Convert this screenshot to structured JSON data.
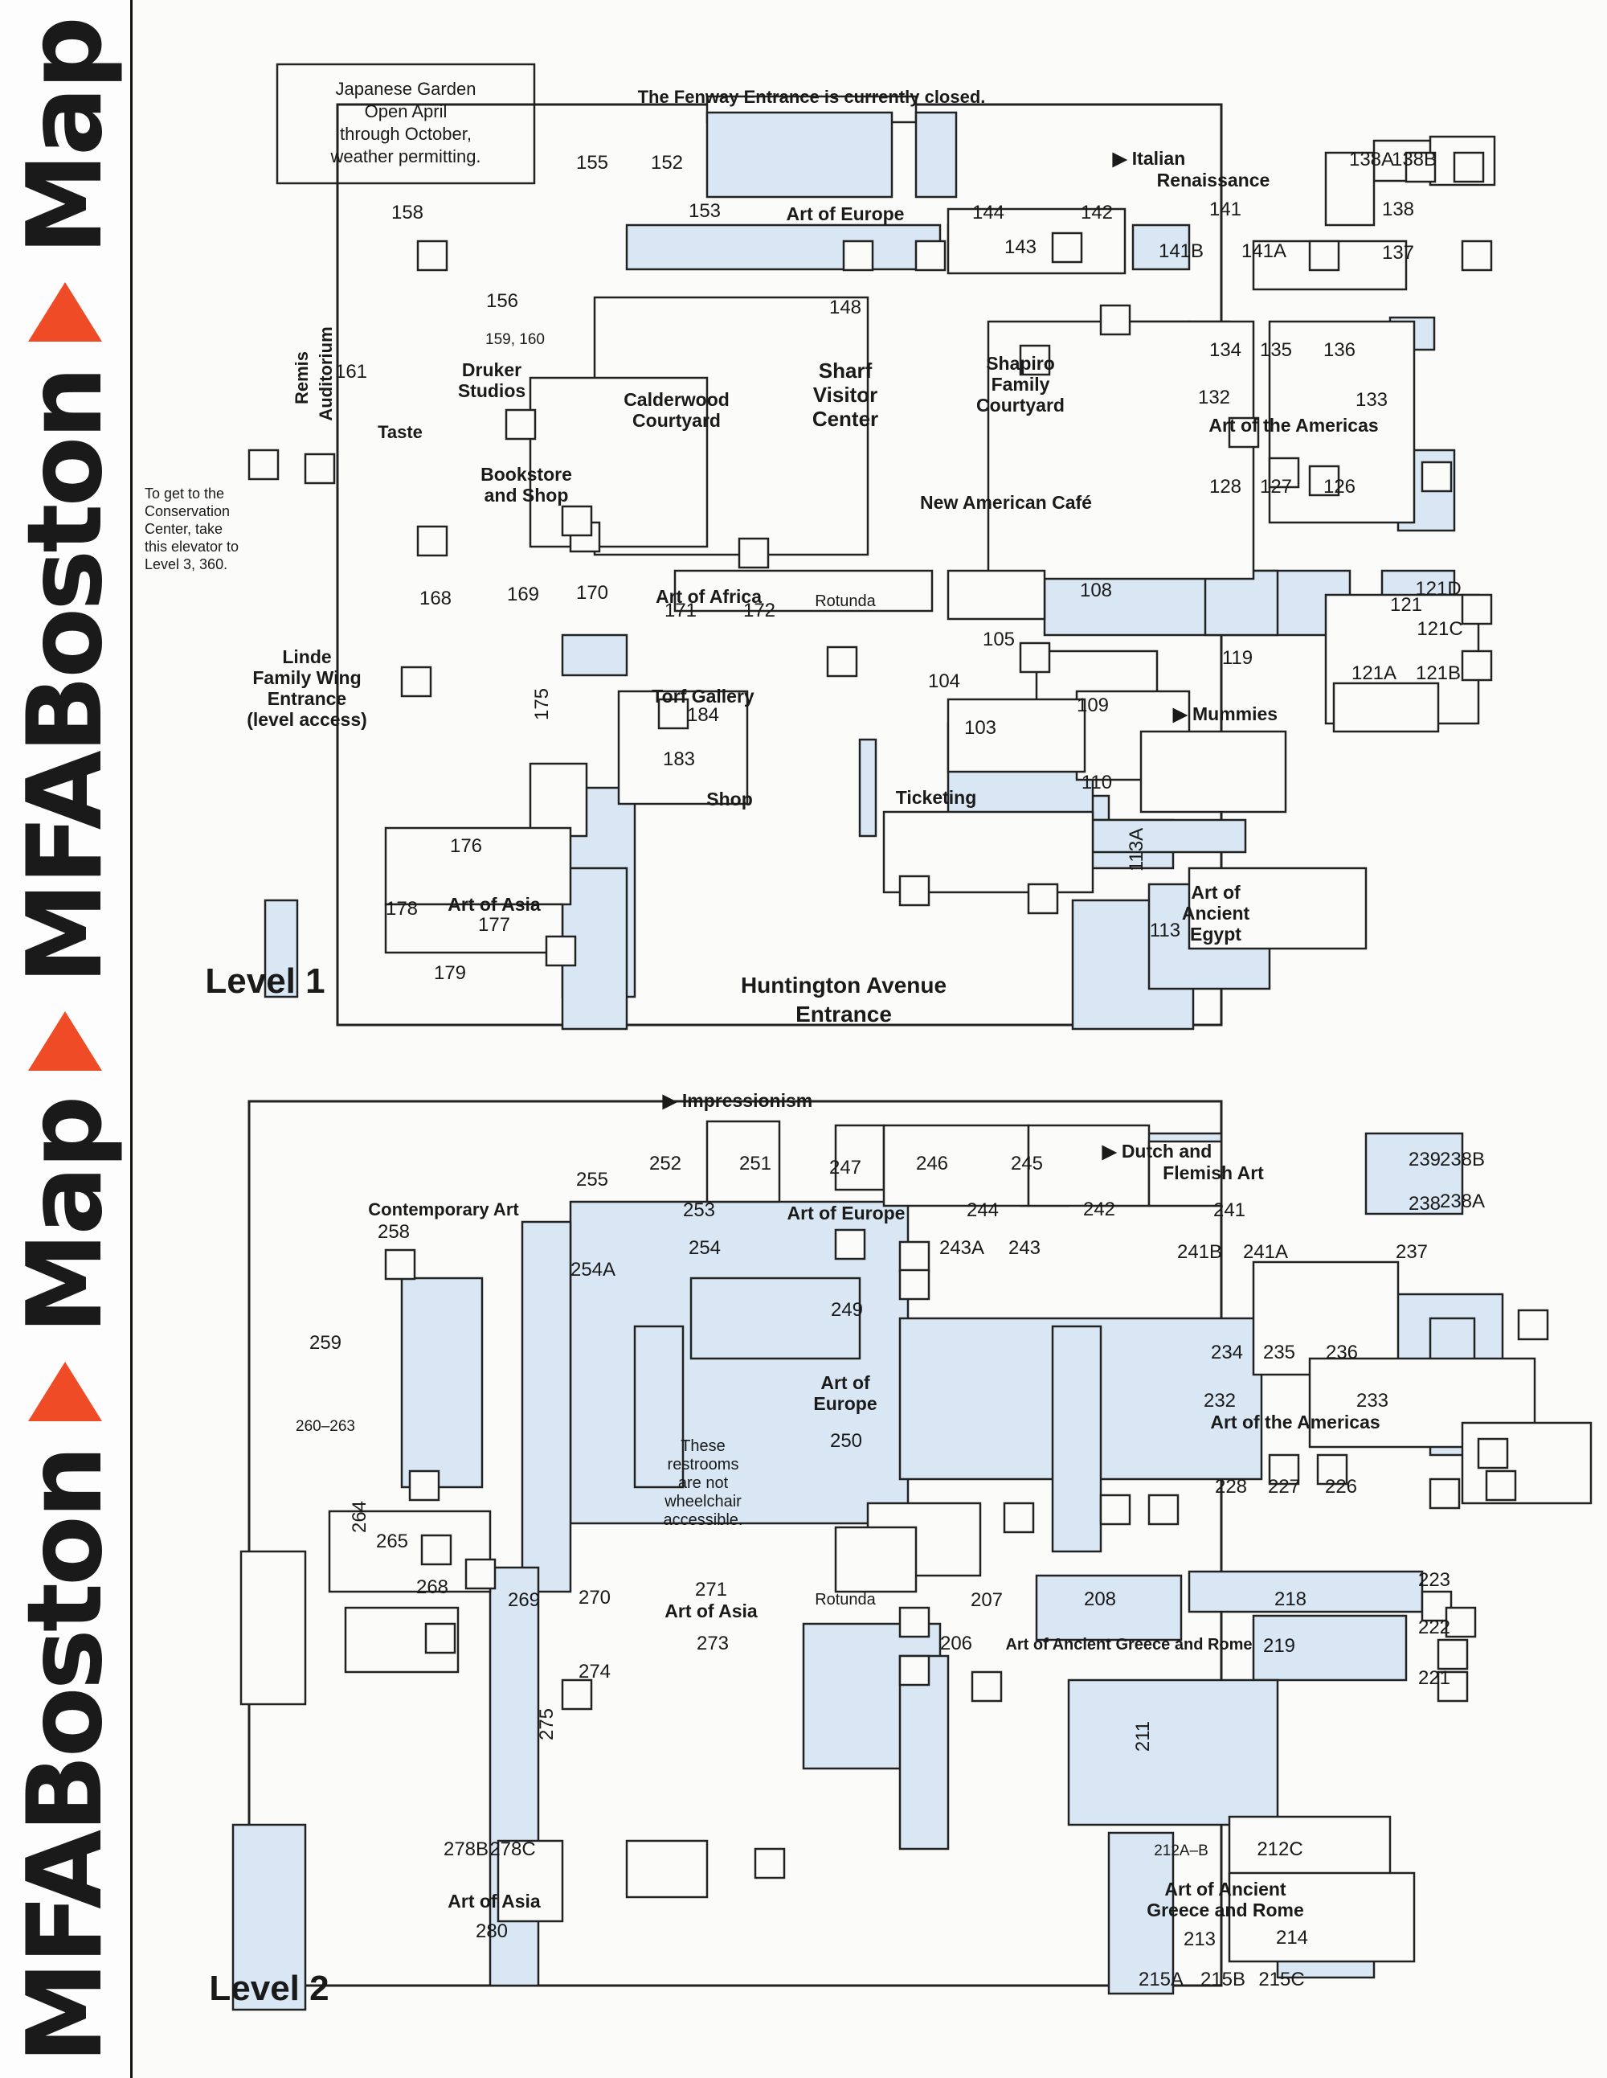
{
  "sidebar": {
    "brand": "MFABoston",
    "map": "Map"
  },
  "level1": {
    "title": "Level 1",
    "japanese_garden": [
      "Japanese Garden",
      "Open April",
      "through October,",
      "weather permitting."
    ],
    "fenway_notice": "The Fenway Entrance is currently closed.",
    "conservation_note": [
      "To get to the",
      "Conservation",
      "Center, take",
      "this elevator to",
      "Level 3, 360."
    ],
    "linde": [
      "Linde",
      "Family Wing",
      "Entrance",
      "(level access)"
    ],
    "huntington": [
      "Huntington Avenue",
      "Entrance"
    ],
    "sharf": [
      "Sharf",
      "Visitor",
      "Center"
    ],
    "italian": "Italian Renaissance",
    "mummies": "Mummies",
    "labels": {
      "art_of_europe": "Art of Europe",
      "calderwood": "Calderwood Courtyard",
      "shapiro": "Shapiro Family Courtyard",
      "cafe": "New American Café",
      "americas": "Art of the Americas",
      "africa": "Art of Africa",
      "rotunda": "Rotunda",
      "torf": "Torf Gallery",
      "shop": "Shop",
      "ticketing": "Ticketing",
      "asia": "Art of Asia",
      "egypt": "Art of Ancient Egypt",
      "druker": "Druker Studios",
      "bookstore": "Bookstore and Shop",
      "taste": "Taste",
      "remis": "Remis Auditorium"
    },
    "rooms": [
      "155",
      "152",
      "153",
      "144",
      "142",
      "143",
      "141",
      "141B",
      "141A",
      "138A",
      "138B",
      "138",
      "137",
      "158",
      "156",
      "159, 160",
      "161",
      "148",
      "134",
      "135",
      "136",
      "132",
      "133",
      "128",
      "127",
      "126",
      "168",
      "169",
      "170",
      "171",
      "172",
      "108",
      "105",
      "121",
      "121D",
      "121C",
      "121A",
      "121B",
      "119",
      "104",
      "103",
      "109",
      "175",
      "184",
      "183",
      "110",
      "113A",
      "176",
      "178",
      "177",
      "179",
      "113"
    ]
  },
  "level2": {
    "title": "Level 2",
    "impressionism": "Impressionism",
    "dutch": "Dutch and Flemish Art",
    "restroom_note": [
      "These",
      "restrooms",
      "are not",
      "wheelchair",
      "accessible."
    ],
    "labels": {
      "contemporary": "Contemporary Art",
      "art_of_europe": "Art of Europe",
      "europe_250": "Art of Europe",
      "americas": "Art of the Americas",
      "asia_271": "Art of Asia",
      "rotunda": "Rotunda",
      "greece_rome": "Art of Ancient Greece and Rome",
      "greece_rome_213": "Art of Ancient Greece and Rome",
      "asia_280": "Art of Asia"
    },
    "rooms": [
      "255",
      "252",
      "251",
      "247",
      "246",
      "245",
      "242",
      "239",
      "238B",
      "238",
      "238A",
      "253",
      "244",
      "241",
      "254",
      "254A",
      "243A",
      "243",
      "241B",
      "241A",
      "237",
      "258",
      "249",
      "259",
      "234",
      "235",
      "236",
      "232",
      "233",
      "250",
      "260–263",
      "228",
      "227",
      "226",
      "264",
      "265",
      "268",
      "269",
      "270",
      "271",
      "218",
      "223",
      "207",
      "208",
      "222",
      "206",
      "219",
      "221",
      "273",
      "274",
      "275",
      "211",
      "278B",
      "278C",
      "212A–B",
      "212C",
      "280",
      "213",
      "214",
      "215A",
      "215B",
      "215C"
    ]
  }
}
